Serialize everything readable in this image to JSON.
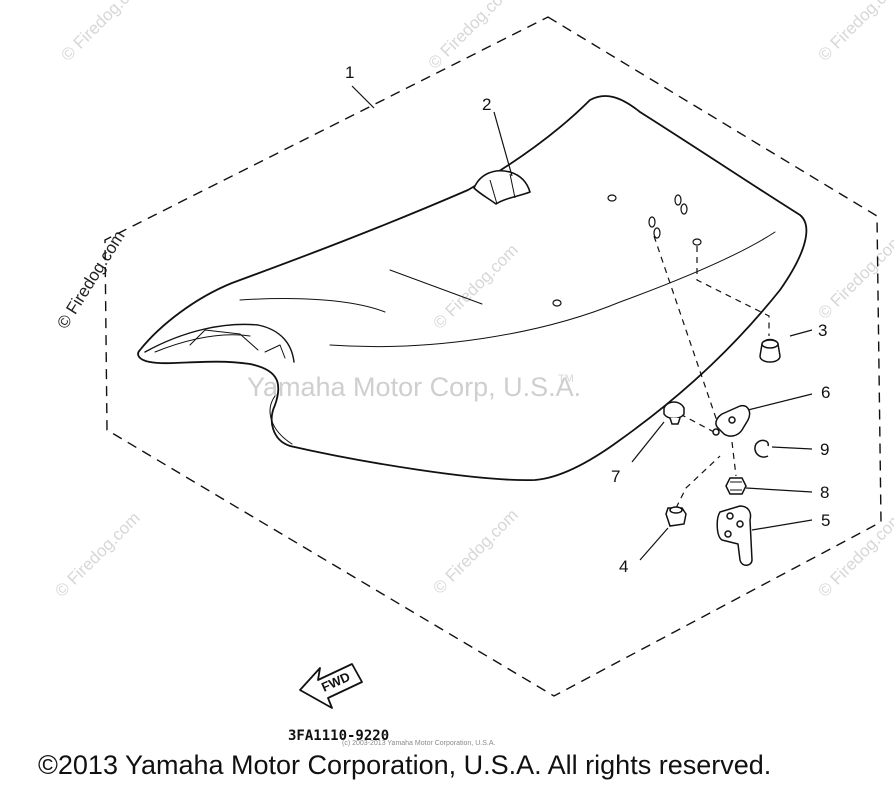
{
  "callouts": {
    "c1": "1",
    "c2": "2",
    "c3": "3",
    "c4": "4",
    "c5": "5",
    "c6": "6",
    "c7": "7",
    "c8": "8",
    "c9": "9"
  },
  "watermarks": {
    "firedog": "© Firedog.com",
    "yamaha": "Yamaha Motor Corp, U.S.A.",
    "tm": "TM",
    "small_copyright": "(c) 2003-2013 Yamaha Motor Corporation, U.S.A."
  },
  "reference_code": "3FA1110-9220",
  "fwd_label": "FWD",
  "copyright": "©2013 Yamaha Motor Corporation, U.S.A. All rights reserved."
}
